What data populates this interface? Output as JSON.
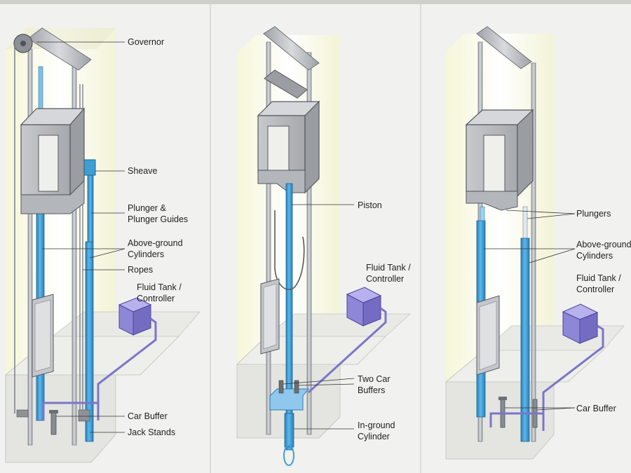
{
  "colors": {
    "background": "#f1f1ef",
    "shaft_glow": "#fbfbe6",
    "cylinder_blue": "#3d9fd6",
    "tank_purple": "#8e86d6",
    "pipe_purple": "#7c75c9",
    "steel_gray": "#b9bcc0",
    "dark_gray": "#555a60"
  },
  "panel_left": {
    "labels": {
      "governor": "Governor",
      "sheave": "Sheave",
      "plunger_guides_1": "Plunger &",
      "plunger_guides_2": "Plunger Guides",
      "above_ground_1": "Above-ground",
      "above_ground_2": "Cylinders",
      "ropes": "Ropes",
      "fluid_tank_1": "Fluid Tank /",
      "fluid_tank_2": "Controller",
      "car_buffer": "Car Buffer",
      "jack_stands": "Jack Stands"
    }
  },
  "panel_middle": {
    "labels": {
      "piston": "Piston",
      "fluid_tank_1": "Fluid Tank /",
      "fluid_tank_2": "Controller",
      "two_buffers_1": "Two Car",
      "two_buffers_2": "Buffers",
      "in_ground_1": "In-ground",
      "in_ground_2": "Cylinder"
    }
  },
  "panel_right": {
    "labels": {
      "plungers": "Plungers",
      "above_ground_1": "Above-ground",
      "above_ground_2": "Cylinders",
      "fluid_tank_1": "Fluid Tank /",
      "fluid_tank_2": "Controller",
      "car_buffer": "Car Buffer"
    }
  }
}
